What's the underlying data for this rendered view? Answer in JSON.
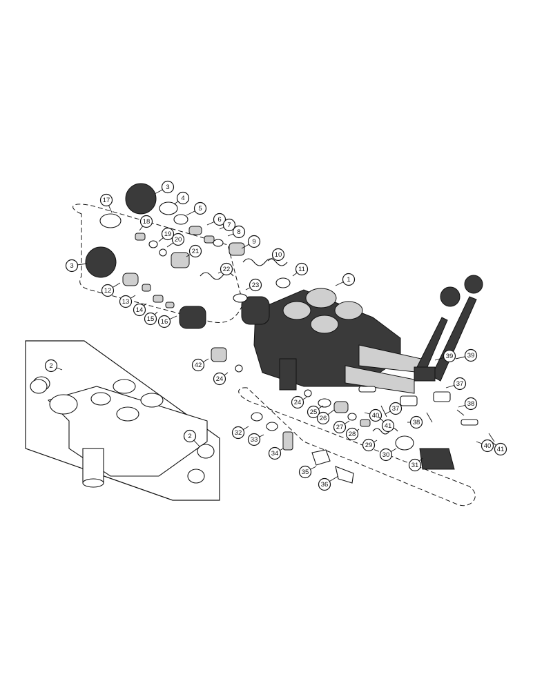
{
  "diagram": {
    "labels": [
      "1",
      "2",
      "3",
      "4",
      "5",
      "6",
      "7",
      "8",
      "9",
      "10",
      "11",
      "12",
      "13",
      "14",
      "15",
      "16",
      "17",
      "18",
      "19",
      "20",
      "21",
      "22",
      "23",
      "24",
      "25",
      "26",
      "27",
      "28",
      "29",
      "30",
      "31",
      "32",
      "33",
      "34",
      "35",
      "36",
      "37",
      "38",
      "39",
      "40",
      "41",
      "42"
    ]
  },
  "callouts": [
    {
      "label": "3"
    },
    {
      "label": "4"
    },
    {
      "label": "17"
    },
    {
      "label": "5"
    },
    {
      "label": "6"
    },
    {
      "label": "7"
    },
    {
      "label": "8"
    },
    {
      "label": "18"
    },
    {
      "label": "9"
    },
    {
      "label": "19"
    },
    {
      "label": "20"
    },
    {
      "label": "21"
    },
    {
      "label": "10"
    },
    {
      "label": "3"
    },
    {
      "label": "11"
    },
    {
      "label": "22"
    },
    {
      "label": "1"
    },
    {
      "label": "12"
    },
    {
      "label": "23"
    },
    {
      "label": "13"
    },
    {
      "label": "14"
    },
    {
      "label": "15"
    },
    {
      "label": "16"
    },
    {
      "label": "39"
    },
    {
      "label": "2"
    },
    {
      "label": "42"
    },
    {
      "label": "39"
    },
    {
      "label": "24"
    },
    {
      "label": "37"
    },
    {
      "label": "24"
    },
    {
      "label": "25"
    },
    {
      "label": "26"
    },
    {
      "label": "40"
    },
    {
      "label": "37"
    },
    {
      "label": "38"
    },
    {
      "label": "27"
    },
    {
      "label": "38"
    },
    {
      "label": "41"
    },
    {
      "label": "32"
    },
    {
      "label": "28"
    },
    {
      "label": "33"
    },
    {
      "label": "29"
    },
    {
      "label": "40"
    },
    {
      "label": "41"
    },
    {
      "label": "2"
    },
    {
      "label": "34"
    },
    {
      "label": "30"
    },
    {
      "label": "31"
    },
    {
      "label": "35"
    },
    {
      "label": "36"
    }
  ]
}
